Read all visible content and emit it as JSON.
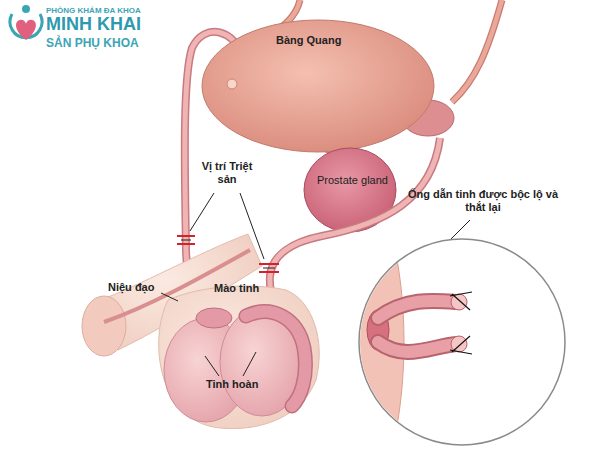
{
  "diagram": {
    "labels": [
      "PHÒNG KHÁM ĐA KHOA",
      "MINH KHAI",
      "SẢN PHỤ KHOA",
      "Bàng Quang",
      "Prostate gland",
      "Vị trí Triệt sản",
      "Ống dẫn tinh được bộc lộ và thắt lại",
      "Niệu đạo",
      "Mào tinh",
      "Tinh hoàn"
    ]
  }
}
